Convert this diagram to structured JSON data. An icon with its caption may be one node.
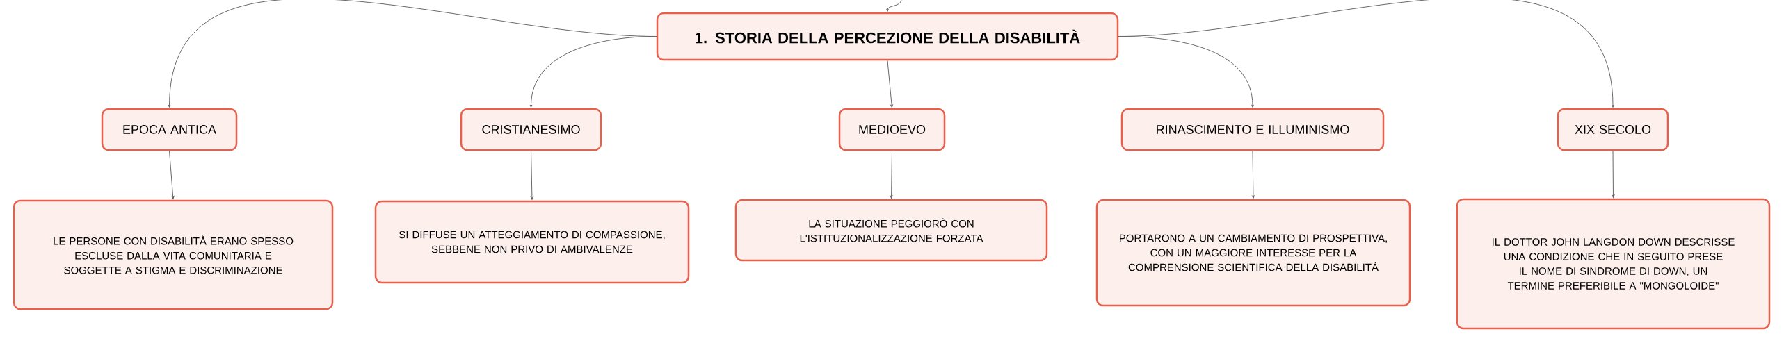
{
  "diagram": {
    "nodes": [
      {
        "text": [
          "1. STORIA DELLA PERCEZIONE DELLA DISABILITÀ"
        ]
      },
      {
        "text": [
          "EPOCA ANTICA"
        ]
      },
      {
        "text": [
          "CRISTIANESIMO"
        ]
      },
      {
        "text": [
          "MEDIOEVO"
        ]
      },
      {
        "text": [
          "RINASCIMENTO E ILLUMINISMO"
        ]
      },
      {
        "text": [
          "XIX SECOLO"
        ]
      },
      {
        "text": [
          "LE PERSONE CON DISABILITÀ ERANO SPESSO ESCLUSE DALLA VITA COMUNITARIA E SOGGETTE A STIGMA E DISCRIMINAZIONE"
        ]
      },
      {
        "text": [
          "SI DIFFUSE UN ATTEGGIAMENTO DI COMPASSIONE, SEBBENE NON PRIVO DI AMBIVALENZE"
        ]
      },
      {
        "text": [
          "LA SITUAZIONE PEGGIORÒ CON L'ISTITUZIONALIZZAZIONE FORZATA"
        ]
      },
      {
        "text": [
          "PORTARONO A UN CAMBIAMENTO DI PROSPETTIVA, CON UN MAGGIORE INTERESSE PER LA COMPRENSIONE SCIENTIFICA DELLA DISABILITÀ"
        ]
      },
      {
        "text": [
          "IL DOTTOR JOHN LANGDON DOWN DESCRISSE UNA CONDIZIONE CHE IN SEGUITO PRESE IL NOME DI SINDROME DI DOWN, UN TERMINE PREFERIBILE A \"MONGOLOIDE\""
        ]
      }
    ],
    "edges": [
      {
        "from": null,
        "to": 0,
        "arrow": "to"
      },
      {
        "from": 0,
        "to": 1,
        "arrow": "to"
      },
      {
        "from": 0,
        "to": 2,
        "arrow": "to"
      },
      {
        "from": 0,
        "to": 3,
        "arrow": "to"
      },
      {
        "from": 0,
        "to": 4,
        "arrow": "to"
      },
      {
        "from": 0,
        "to": 5,
        "arrow": "to"
      },
      {
        "from": 1,
        "to": 6,
        "arrow": "to"
      },
      {
        "from": 2,
        "to": 7,
        "arrow": "to"
      },
      {
        "from": 3,
        "to": 8,
        "arrow": "to"
      },
      {
        "from": 4,
        "to": 9,
        "arrow": "to"
      },
      {
        "from": 5,
        "to": 10,
        "arrow": "to"
      }
    ]
  }
}
